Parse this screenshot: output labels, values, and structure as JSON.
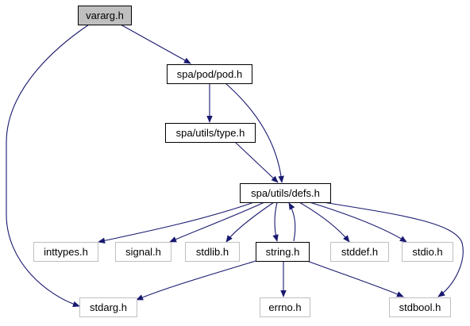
{
  "nodes": [
    {
      "id": "vararg",
      "label": "vararg.h",
      "style": "root"
    },
    {
      "id": "pod",
      "label": "spa/pod/pod.h",
      "style": "normal"
    },
    {
      "id": "type",
      "label": "spa/utils/type.h",
      "style": "normal"
    },
    {
      "id": "defs",
      "label": "spa/utils/defs.h",
      "style": "normal"
    },
    {
      "id": "inttypes",
      "label": "inttypes.h",
      "style": "external"
    },
    {
      "id": "signal",
      "label": "signal.h",
      "style": "external"
    },
    {
      "id": "stdlib",
      "label": "stdlib.h",
      "style": "external"
    },
    {
      "id": "string",
      "label": "string.h",
      "style": "normal"
    },
    {
      "id": "stddef",
      "label": "stddef.h",
      "style": "external"
    },
    {
      "id": "stdio",
      "label": "stdio.h",
      "style": "external"
    },
    {
      "id": "stdarg",
      "label": "stdarg.h",
      "style": "external"
    },
    {
      "id": "errno",
      "label": "errno.h",
      "style": "external"
    },
    {
      "id": "stdbool",
      "label": "stdbool.h",
      "style": "external"
    }
  ],
  "edges": [
    {
      "from": "vararg",
      "to": "pod"
    },
    {
      "from": "vararg",
      "to": "stdarg"
    },
    {
      "from": "pod",
      "to": "type"
    },
    {
      "from": "pod",
      "to": "defs"
    },
    {
      "from": "type",
      "to": "defs"
    },
    {
      "from": "defs",
      "to": "inttypes"
    },
    {
      "from": "defs",
      "to": "signal"
    },
    {
      "from": "defs",
      "to": "stdlib"
    },
    {
      "from": "defs",
      "to": "string"
    },
    {
      "from": "defs",
      "to": "stddef"
    },
    {
      "from": "defs",
      "to": "stdio"
    },
    {
      "from": "defs",
      "to": "stdbool"
    },
    {
      "from": "string",
      "to": "defs"
    },
    {
      "from": "string",
      "to": "stdarg"
    },
    {
      "from": "string",
      "to": "errno"
    },
    {
      "from": "string",
      "to": "stdbool"
    }
  ],
  "colors": {
    "edge": "#191970",
    "root_fill": "#bfbfbf",
    "node_border": "#000000",
    "external_border": "#bfbfbf",
    "text": "#000000"
  }
}
